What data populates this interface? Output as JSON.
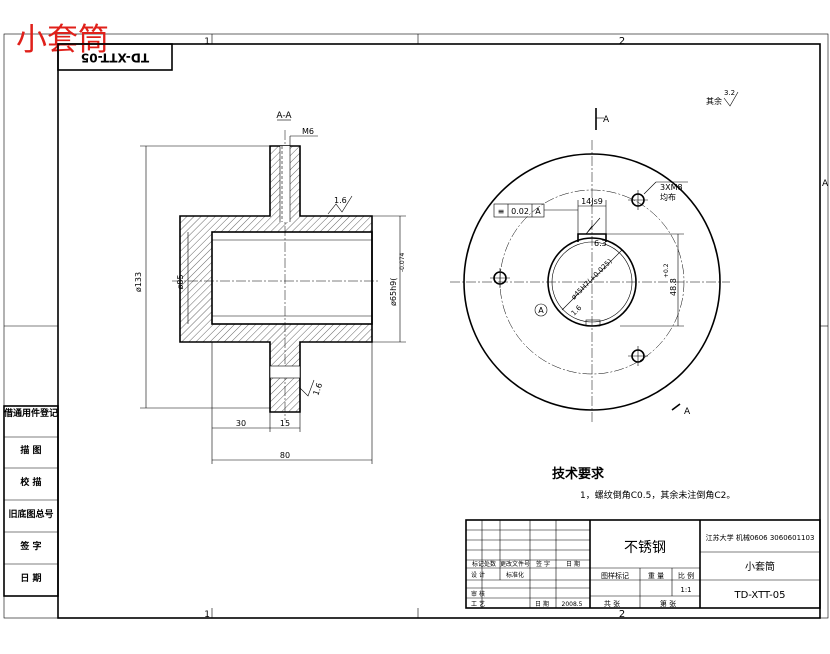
{
  "header": {
    "title": "小套筒",
    "title_color": "#e0201a",
    "drawing_no_rotated": "TD-XTT-05"
  },
  "border": {
    "zone_top": [
      "1",
      "2"
    ],
    "zone_bottom": [
      "1",
      "2"
    ],
    "zone_side": "A"
  },
  "section_view": {
    "label": "A-A",
    "thread": "M6",
    "roughness_top": "1.6",
    "roughness_bottom": "1.6",
    "dia_flange": "ø133",
    "dia_bore": "ø85",
    "dia_outer": "ø65h9(",
    "dia_outer_tol": "-0.074",
    "dim_30": "30",
    "dim_15": "15",
    "dim_80": "80"
  },
  "front_view": {
    "section_mark": "A",
    "holes_note_1": "3XM8",
    "holes_note_2": "均布",
    "tol_symbol": "≡",
    "tol_value": "0.02",
    "tol_datum": "A",
    "keyway": "14Js9",
    "roughness_keyway": "6.3",
    "bore_tol": "ø45H7(+0.025)",
    "angle": "1.6",
    "depth": "48.8",
    "depth_tol": "+0.2",
    "datum_circle": "A",
    "general_roughness": "其余",
    "general_roughness_value": "3.2"
  },
  "tech_requirements": {
    "title": "技术要求",
    "item1": "1，螺纹倒角C0.5，其余未注倒角C2。"
  },
  "left_strip": {
    "rows": [
      "借通用件登记",
      "描 图",
      "校 描",
      "旧底图总号",
      "签 字",
      "日 期"
    ]
  },
  "title_block": {
    "material": "不锈钢",
    "school": "江苏大学 机械0606 3060601103",
    "part_name": "小套筒",
    "drawing_no": "TD-XTT-05",
    "scale": "1:1",
    "row_labels": [
      "标记处数",
      "更改文件号",
      "签 字",
      "日 期"
    ],
    "design": "设 计",
    "standard": "标准化",
    "check": "审 核",
    "process": "工 艺",
    "date_label": "日 期",
    "date": "2008.5",
    "stage_labels": [
      "图样标记",
      "重 量",
      "比 例"
    ],
    "sheet_total": "共 张",
    "sheet_no": "第 张"
  }
}
